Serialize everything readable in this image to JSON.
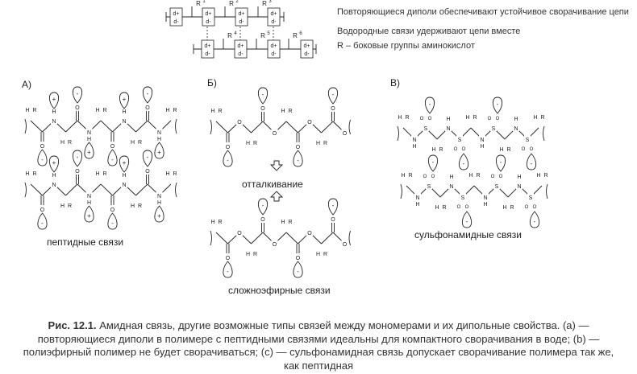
{
  "legend": {
    "line1": "Повторяющиеся диполи обеспечивают устойчивое сворачивание цепи",
    "line2": "Водородные связи удерживают цепи вместе",
    "line3": "R – боковые группы аминокислот"
  },
  "top_schematic": {
    "r_labels": [
      "R",
      "R",
      "R",
      "R",
      "R",
      "R"
    ],
    "r_superscripts": [
      "1",
      "2",
      "3",
      "4",
      "5",
      "6"
    ],
    "dipole_plus": "d+",
    "dipole_minus": "d-"
  },
  "panels": {
    "a": {
      "letter": "А)",
      "label": "пептидные связи"
    },
    "b": {
      "letter": "Б)",
      "label": "сложноэфирные связи",
      "repulsion": "отталкивание"
    },
    "c": {
      "letter": "В)",
      "label": "сульфонамидные связи"
    }
  },
  "atoms": {
    "H": "H",
    "R": "R",
    "N": "N",
    "O": "O",
    "S": "S",
    "minus": "-",
    "plus": "+"
  },
  "caption": {
    "fig": "Рис. 12.1.",
    "text": "Амидная связь, другие возможные типы связей между мономерами и их дипольные свойства. (а) — повторяющиеся диполи в полимере с пептидными связями идеальны для компактного сворачивания в воде; (b) — полиэфирный полимер не будет сворачиваться; (c) — сульфонамидная связь допускает сворачивание полимера так же, как пептидная"
  }
}
